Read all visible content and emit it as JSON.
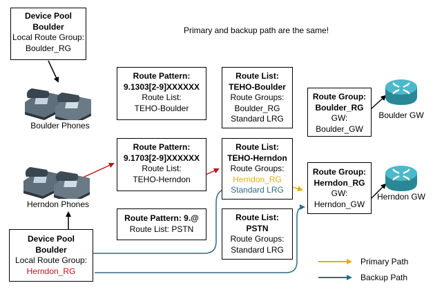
{
  "note": "Primary and backup path are the same!",
  "colors": {
    "primary": "#E5AE0C",
    "backup": "#2F6B85",
    "red_arrow": "#C0151B",
    "herndon_red_text": "#C0151B",
    "router": "#3AA6B8"
  },
  "boxes": {
    "dp_boulder_top": {
      "line1": "Device Pool",
      "line2": "Boulder",
      "line3": "Local Route Group:",
      "line4": "Boulder_RG"
    },
    "rp_boulder": {
      "line1": "Route Pattern:",
      "line2": "9.1303[2-9]XXXXXX",
      "line3": "Route List:",
      "line4": "TEHO-Boulder"
    },
    "rl_boulder": {
      "line1": "Route List:",
      "line2": "TEHO-Boulder",
      "line3": "Route Groups:",
      "line4": "Boulder_RG",
      "line5": "Standard LRG"
    },
    "rg_boulder": {
      "line1": "Route Group:",
      "line2": "Boulder_RG",
      "line3": "GW:",
      "line4": "Boulder_GW"
    },
    "rp_herndon": {
      "line1": "Route Pattern:",
      "line2": "9.1703[2-9]XXXXXX",
      "line3": "Route List:",
      "line4": "TEHO-Herndon"
    },
    "rl_herndon": {
      "line1": "Route List:",
      "line2": "TEHO-Herndon",
      "line3": "Route Groups:",
      "line4": "Herndon_RG",
      "line5": "Standard LRG"
    },
    "rg_herndon": {
      "line1": "Route Group:",
      "line2": "Herndon_RG",
      "line3": "GW:",
      "line4": "Herndon_GW"
    },
    "rp_pstn": {
      "line1": "Route Pattern: 9.@",
      "line2": "Route List: PSTN"
    },
    "rl_pstn": {
      "line1": "Route List:",
      "line2": "PSTN",
      "line3": "Route Groups:",
      "line4": "Standard LRG"
    },
    "dp_boulder_bottom": {
      "line1": "Device Pool",
      "line2": "Boulder",
      "line3": "Local Route Group:",
      "line4": "Herndon_RG"
    }
  },
  "captions": {
    "boulder_phones": "Boulder Phones",
    "herndon_phones": "Herndon Phones",
    "boulder_gw": "Boulder GW",
    "herndon_gw": "Herndon GW"
  },
  "legend": {
    "primary_label": "Primary Path",
    "backup_label": "Backup Path"
  },
  "icons": {
    "phones": "ip-phone-icon",
    "router": "router-icon"
  }
}
